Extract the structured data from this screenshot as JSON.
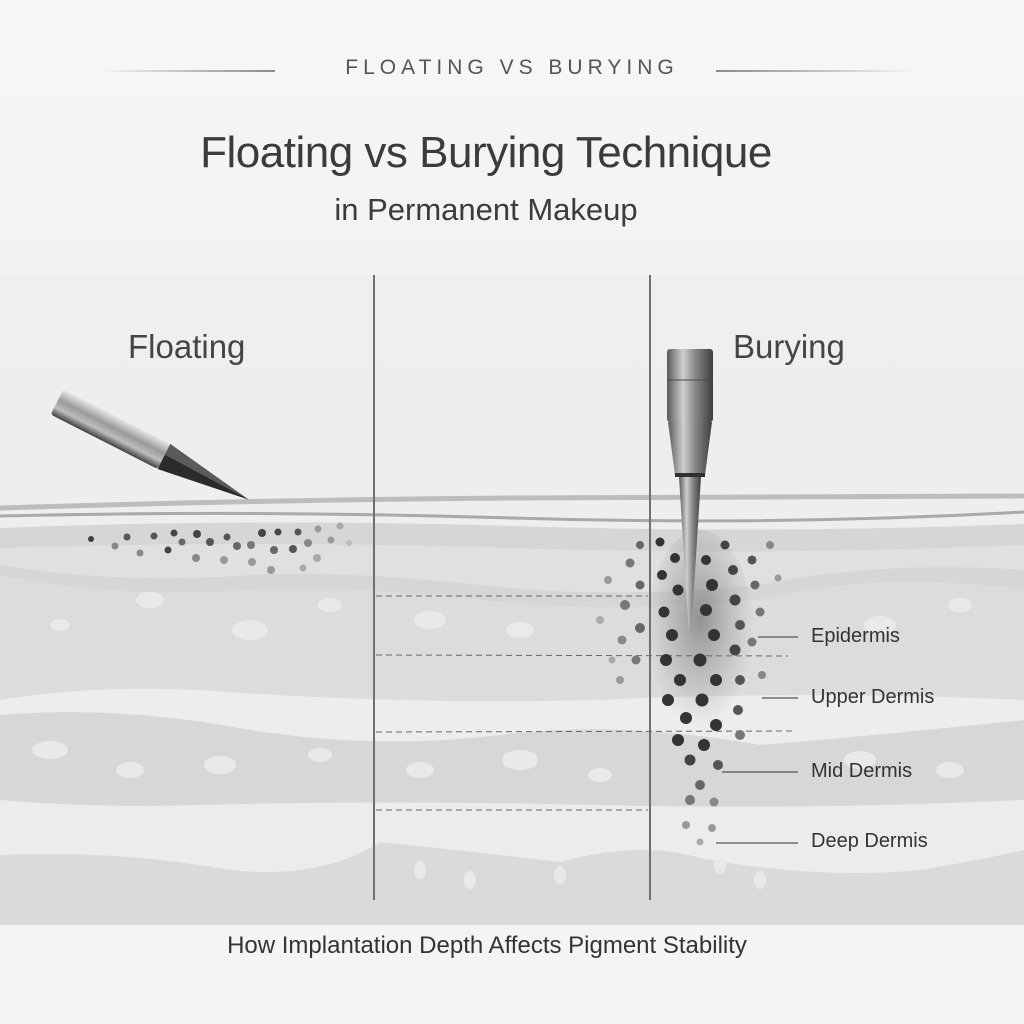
{
  "header": {
    "kicker": "FLOATING VS BURYING",
    "title": "Floating vs Burying Technique",
    "subtitle": "in Permanent Makeup"
  },
  "panels": {
    "left": {
      "label": "Floating",
      "needle_angle": "diagonal",
      "pigment_depth": "superficial / epidermis"
    },
    "right": {
      "label": "Burying",
      "needle_angle": "vertical",
      "pigment_depth": "deep dermis"
    }
  },
  "layers": [
    {
      "label": "Epidermis"
    },
    {
      "label": "Upper Dermis"
    },
    {
      "label": "Mid Dermis"
    },
    {
      "label": "Deep Dermis"
    }
  ],
  "caption": "How Implantation Depth Affects Pigment Stability",
  "colors": {
    "background": "#f4f4f4",
    "skin_layer": "#d9d9d9",
    "pigment_dark": "#3a3a3a",
    "pigment_light": "#8a8a8a",
    "text": "#3b3b3b"
  }
}
